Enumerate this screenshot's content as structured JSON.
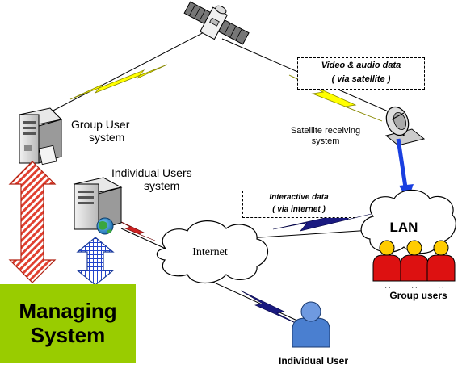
{
  "labels": {
    "group_user_system": [
      "Group User",
      "system"
    ],
    "individual_users_system": [
      "Individual Users",
      "system"
    ],
    "satellite_receiving": [
      "Satellite receiving",
      "system"
    ],
    "lan": "LAN",
    "internet": "Internet",
    "group_users": "Group users",
    "individual_user": "Individual User",
    "managing_system": [
      "Managing",
      "System"
    ]
  },
  "notes": {
    "video_audio": [
      "Video & audio data",
      "( via satellite )"
    ],
    "interactive": [
      "Interactive data",
      "( via internet )"
    ]
  },
  "icons": [
    "satellite-icon",
    "server-icon",
    "satellite-dish-icon",
    "globe-icon",
    "person-icon",
    "lightning-link-icon",
    "cloud-icon"
  ],
  "colors": {
    "managing_box": "#99cc00",
    "satellite_link": "#ffff00",
    "internet_link": "#1a1a80",
    "lan_arrow": "#1a3fe0",
    "group_arrow": "#e04030",
    "individual_arrow": "#2244cc",
    "group_users": "#dd1111",
    "individual_user": "#4a7fd0"
  }
}
